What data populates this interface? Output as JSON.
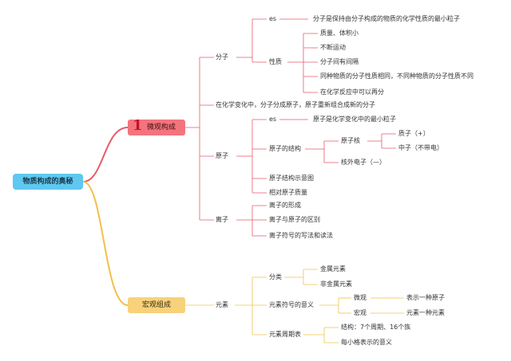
{
  "root": "物质构成的奥秘",
  "micro": {
    "number": "1",
    "label": "微观构成",
    "molecule": {
      "label": "分子",
      "es_label": "es",
      "es_text": "分子是保持由分子构成的物质的化学性质的最小粒子",
      "properties_label": "性质",
      "properties": [
        "质量、体积小",
        "不断运动",
        "分子间有间隔",
        "同种物质的分子性质相同，不同种物质的分子性质不同",
        "在化学反应中可以再分"
      ]
    },
    "change_note": "在化学变化中，分子分成原子，原子重新组合成新的分子",
    "atom": {
      "label": "原子",
      "es_label": "es",
      "es_text": "原子是化学变化中的最小粒子",
      "structure_label": "原子的结构",
      "nucleus_label": "原子核",
      "proton": "质子（+）",
      "neutron": "中子（不带电）",
      "electron": "核外电子（—）",
      "diagram": "原子结构示意图",
      "mass": "相对原子质量"
    },
    "ion": {
      "label": "离子",
      "items": [
        "离子的形成",
        "离子与原子的区别",
        "离子符号的写法和读法"
      ]
    }
  },
  "macro": {
    "label": "宏观组成",
    "element": {
      "label": "元素",
      "class_label": "分类",
      "classes": [
        "金属元素",
        "非金属元素"
      ],
      "symbol_label": "元素符号的意义",
      "micro_label": "微观",
      "micro_text": "表示一种原子",
      "macro_label": "宏观",
      "macro_text": "元素一种元素",
      "table_label": "元素周期表",
      "table_items": [
        "结构：7个周期、16个族",
        "每小格表示的意义"
      ]
    }
  },
  "colors": {
    "root": "#5ec8f0",
    "micro": "#f4747e",
    "macro": "#f8d27a",
    "micro_line": "#e85a6a",
    "macro_line": "#f2c04a"
  }
}
